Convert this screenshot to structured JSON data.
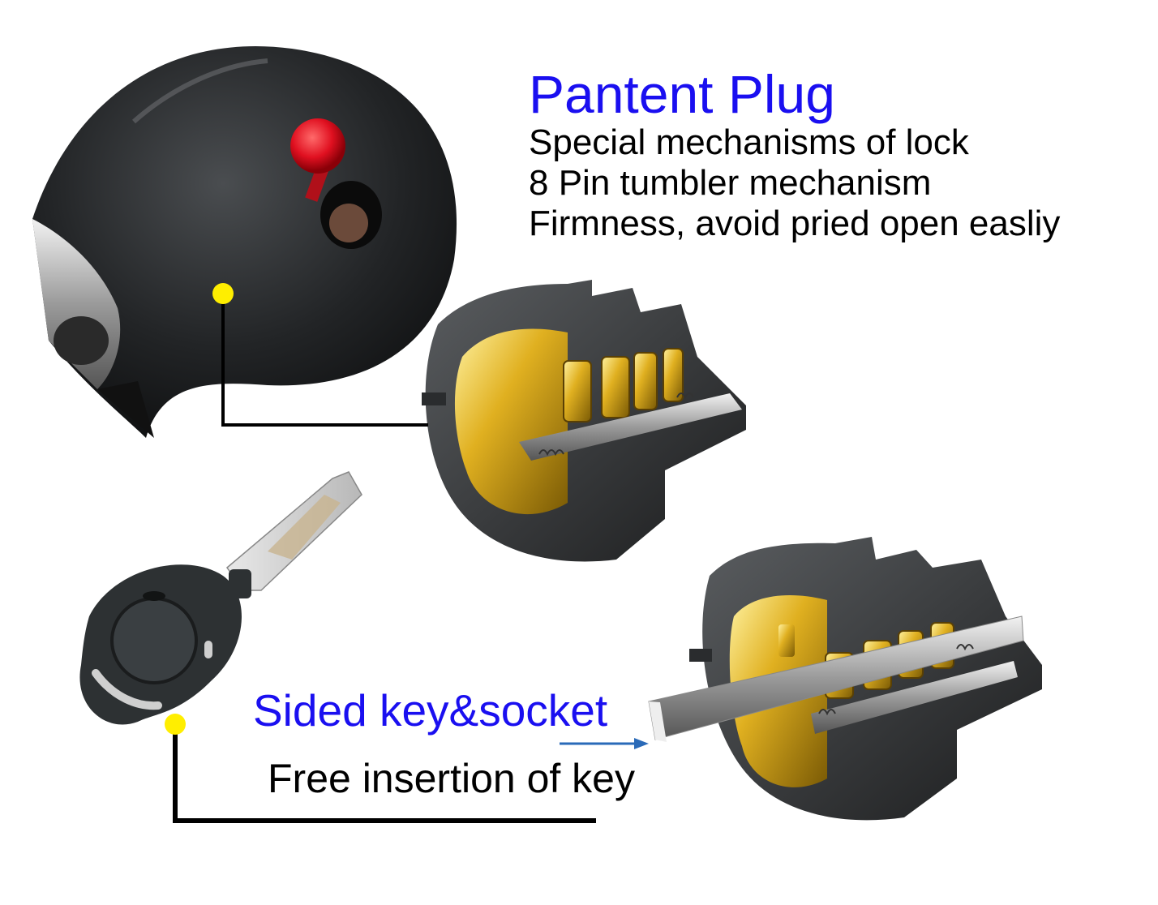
{
  "headline": "Pantent Plug",
  "features": [
    "Special mechanisms of lock",
    "8 Pin tumbler mechanism",
    "Firmness, avoid pried open easliy"
  ],
  "key_section": {
    "title": "Sided key&socket",
    "caption": "Free insertion of key"
  },
  "colors": {
    "headline_blue": "#1a0ff0",
    "marker_yellow": "#ffee00",
    "lock_body": "#2a2c2e",
    "brass": "#d4a417",
    "button_red": "#e01020",
    "arrow_blue": "#2a6ab8"
  }
}
